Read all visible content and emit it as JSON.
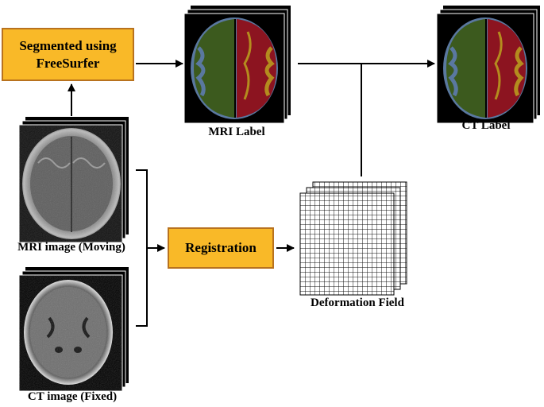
{
  "boxes": {
    "segmented": "Segmented using\nFreeSurfer",
    "registration": "Registration"
  },
  "labels": {
    "mri_label": "MRI Label",
    "ct_label": "CT Label",
    "mri_image": "MRI image (Moving)",
    "ct_image": "CT image (Fixed)",
    "deformation_field": "Deformation Field"
  },
  "colors": {
    "box_fill": "#f9b928",
    "box_border": "#b8721e",
    "arrow": "#000000",
    "label_green": "#3c5a1e",
    "label_red": "#8c1420",
    "label_blue": "#5a78a0",
    "label_orange": "#b48c1e"
  }
}
